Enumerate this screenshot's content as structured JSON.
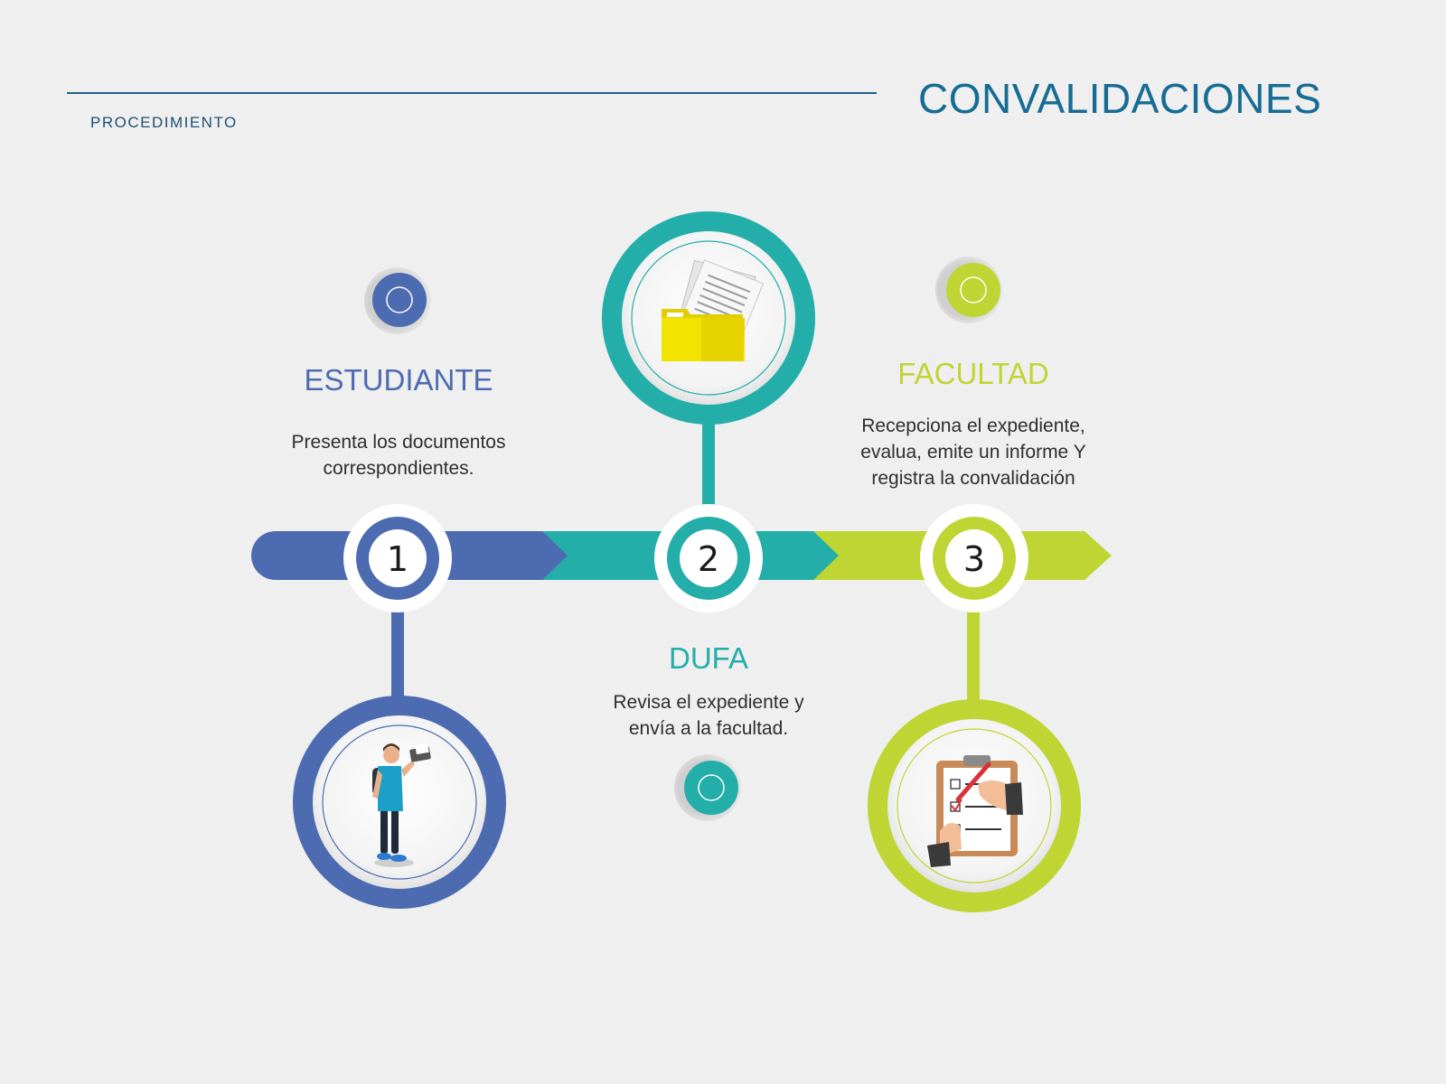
{
  "header": {
    "subtitle": "PROCEDIMIENTO",
    "title": "CONVALIDACIONES"
  },
  "colors": {
    "background": "#efefef",
    "header_line": "#1f5f86",
    "title": "#176c93",
    "step1": "#4d6bb0",
    "step2": "#24aeaa",
    "step3": "#bfd533"
  },
  "steps": [
    {
      "number": "1",
      "title": "ESTUDIANTE",
      "description": "Presenta los documentos correspondientes.",
      "icon": "student-icon"
    },
    {
      "number": "2",
      "title": "DUFA",
      "description": "Revisa el expediente y envía a la facultad.",
      "icon": "folder-icon"
    },
    {
      "number": "3",
      "title": "FACULTAD",
      "description": "Recepciona el expediente, evalua, emite un informe Y registra la convalidación",
      "icon": "clipboard-checklist-icon"
    }
  ]
}
